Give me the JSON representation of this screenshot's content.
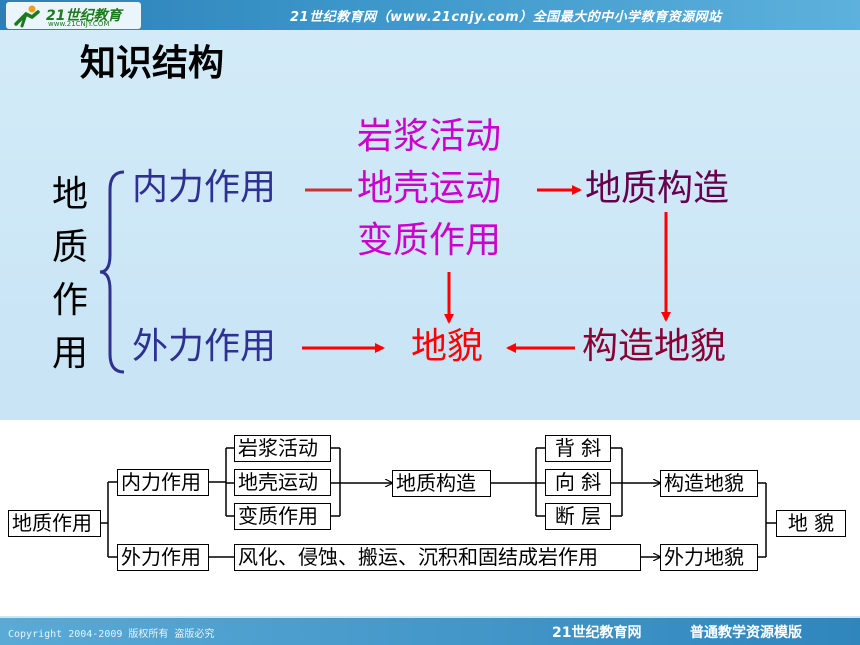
{
  "header": {
    "logo_text": "21世纪教育",
    "logo_sub": "www.21CNJY.COM",
    "site_banner": "21世纪教育网（www.21cnjy.com）全国最大的中小学教育资源网站"
  },
  "title": "知识结构",
  "main": {
    "side_label": [
      "地",
      "质",
      "作",
      "用"
    ],
    "internal": "内力作用",
    "processes": [
      "岩浆活动",
      "地壳运动",
      "变质作用"
    ],
    "structure": "地质构造",
    "external": "外力作用",
    "landform": "地貌",
    "structural_landform": "构造地貌"
  },
  "flowchart": {
    "root": "地质作用",
    "internal": "内力作用",
    "external": "外力作用",
    "processes": [
      "岩浆活动",
      "地壳运动",
      "变质作用"
    ],
    "structure": "地质构造",
    "structure_types": [
      "背 斜",
      "向 斜",
      "断 层"
    ],
    "structural_landform": "构造地貌",
    "external_processes": "风化、侵蚀、搬运、沉积和固结成岩作用",
    "external_landform": "外力地貌",
    "landform": "地 貌"
  },
  "footer": {
    "copyright": "Copyright 2004-2009 版权所有 盗版必究",
    "site": "21世纪教育网",
    "template": "普通教学资源模版"
  },
  "colors": {
    "internal_text": "#2e3192",
    "process_text": "#cc00cc",
    "structure_text": "#66004d",
    "landform_text": "#ff0000",
    "structural_landform_text": "#8b0033",
    "arrow": "#ff0000",
    "brace": "#2e3192"
  }
}
